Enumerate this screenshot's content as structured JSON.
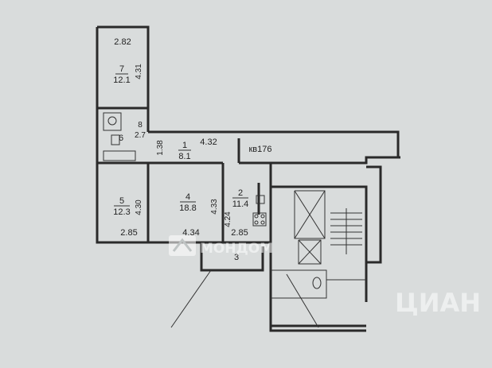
{
  "floor_plan": {
    "apartment_number": "кв176",
    "loggia_label": "3",
    "rooms": [
      {
        "number": "7",
        "area": "12.1",
        "width": "2.82",
        "length": "4.31"
      },
      {
        "number": "8",
        "area": "2.7"
      },
      {
        "number": "6"
      },
      {
        "number": "1",
        "area": "8.1",
        "width": "4.32",
        "length": "1.38"
      },
      {
        "number": "5",
        "area": "12.3",
        "width": "2.85",
        "length": "4.30"
      },
      {
        "number": "4",
        "area": "18.8",
        "width": "4.34",
        "length": "4.33"
      },
      {
        "number": "2",
        "area": "11.4",
        "width": "2.85",
        "length": "4.24"
      }
    ]
  },
  "watermark": {
    "brand": "МОНДОМ",
    "partner": "ЦИАН"
  }
}
